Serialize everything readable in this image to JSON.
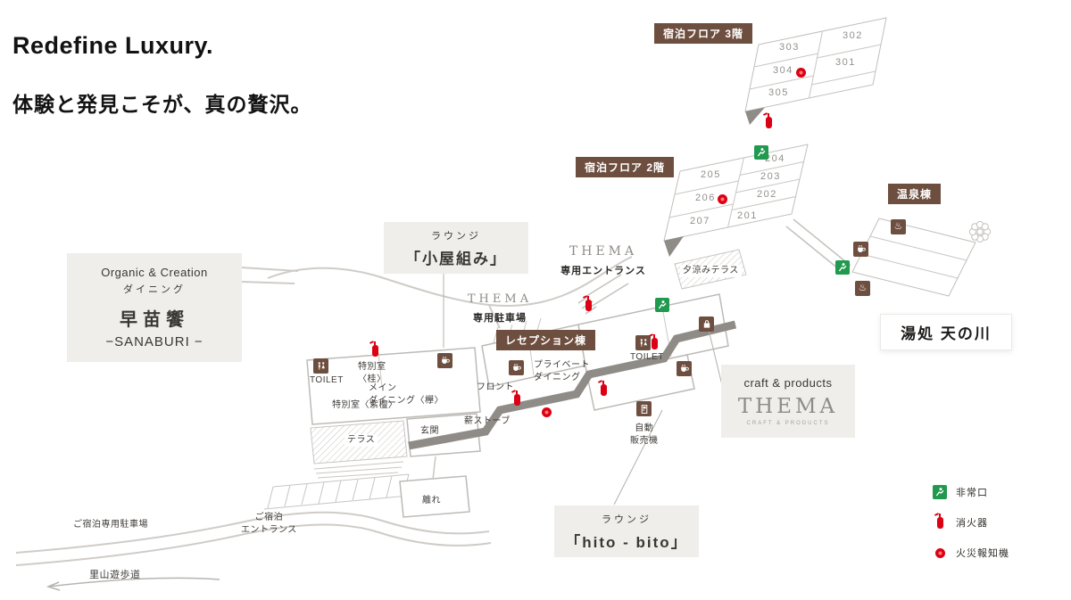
{
  "header": {
    "title": "Redefine Luxury.",
    "subtitle": "体験と発見こそが、真の贅沢。"
  },
  "floors": {
    "f3": {
      "badge": "宿泊フロア 3階",
      "rooms": [
        "303",
        "302",
        "304",
        "301",
        "305"
      ]
    },
    "f2": {
      "badge": "宿泊フロア 2階",
      "rooms": [
        "205",
        "204",
        "206",
        "203",
        "207",
        "202",
        "201"
      ]
    }
  },
  "onsen": {
    "badge": "温泉棟",
    "bath": "湯処 天の川"
  },
  "reception_badge": "レセプション棟",
  "boxes": {
    "sanaburi": {
      "en": "Organic & Creation",
      "type": "ダイニング",
      "name": "早苗饗",
      "romaji": "−SANABURI −"
    },
    "koyagumi": {
      "type": "ラウンジ",
      "name": "「小屋組み」"
    },
    "hitobito": {
      "type": "ラウンジ",
      "name": "「hito - bito」"
    },
    "craft": {
      "title": "craft & products",
      "logo": "THEMA",
      "caption": "CRAFT & PRODUCTS"
    }
  },
  "thema": {
    "entrance": {
      "logo": "THEMA",
      "label": "専用エントランス"
    },
    "parking": {
      "logo": "THEMA",
      "label": "専用駐車場"
    }
  },
  "labels": {
    "toilet_west": "TOILET",
    "toilet_east": "TOILET",
    "special_katsura": "特別室\n〈桂〉",
    "main_dining": "メイン\nダイニング〈欅〉",
    "special_shitan": "特別室〈紫檀〉",
    "front": "フロント",
    "private_dining": "プライベート\nダイニング",
    "stove": "薪ストーブ",
    "terrace": "テラス",
    "entrance_hall": "玄関",
    "vending": "自動\n販売機",
    "hanare": "離れ",
    "evening_terrace": "夕涼みテラス",
    "guest_parking": "ご宿泊専用駐車場",
    "guest_entrance": "ご宿泊\nエントランス",
    "satoyama_path": "里山遊歩道"
  },
  "legend": {
    "exit": "非常口",
    "extinguisher": "消火器",
    "alarm": "火災報知機"
  },
  "colors": {
    "brand_brown": "#6e4f3f",
    "exit_green": "#21994f",
    "alert_red": "#dc0014",
    "box_gray": "#efeeeb"
  },
  "icons": {
    "cafe": "coffee-cup",
    "shop": "shopping-bag",
    "toilet": "restroom-figures",
    "hot_spring": "♨",
    "vending_machine": "bottle",
    "emergency_exit": "running-man",
    "fire_extinguisher": "red-capsule",
    "fire_alarm": "red-dot"
  }
}
